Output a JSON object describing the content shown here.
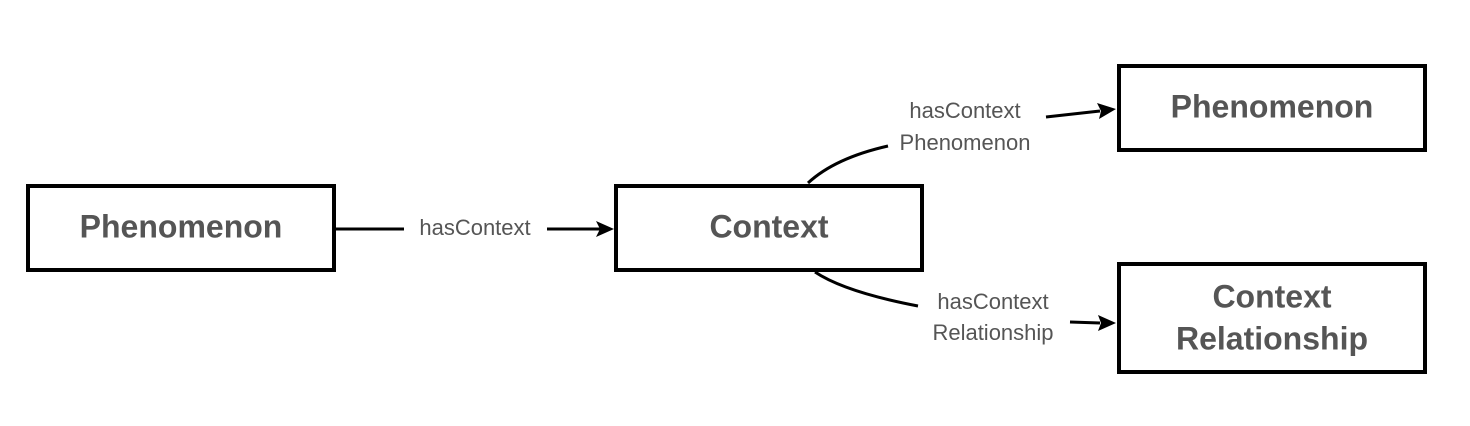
{
  "nodes": {
    "phenomenon_left": {
      "label": "Phenomenon"
    },
    "context": {
      "label": "Context"
    },
    "phenomenon_right": {
      "label": "Phenomenon"
    },
    "context_relationship": {
      "lines": [
        "Context",
        "Relationship"
      ]
    }
  },
  "edges": {
    "has_context": {
      "label": "hasContext"
    },
    "has_context_phenomenon": {
      "lines": [
        "hasContext",
        "Phenomenon"
      ]
    },
    "has_context_relationship": {
      "lines": [
        "hasContext",
        "Relationship"
      ]
    }
  }
}
